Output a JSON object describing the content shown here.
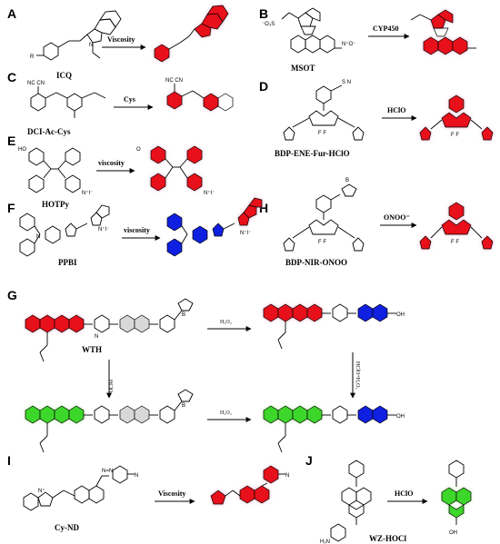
{
  "colors": {
    "red_ring": "#e8101a",
    "red_glow": "#f4a8c8",
    "green_ring": "#3dd62a",
    "green_glow": "#b7f0a2",
    "blue_ring": "#1020e0",
    "line": "#000000"
  },
  "panels": [
    {
      "letter": "A",
      "compound": "ICQ",
      "trigger": "Viscosity"
    },
    {
      "letter": "B",
      "compound": "MSOT",
      "trigger": "CYP450"
    },
    {
      "letter": "C",
      "compound": "DCI-Ac-Cys",
      "trigger": "Cys"
    },
    {
      "letter": "D",
      "compound": "BDP-ENE-Fur-HClO",
      "trigger": "HClO"
    },
    {
      "letter": "E",
      "compound": "HOTPy",
      "trigger": "viscosity"
    },
    {
      "letter": "F",
      "compound": "PPBI",
      "trigger": "viscosity"
    },
    {
      "letter": "H",
      "compound": "BDP-NIR-ONOO",
      "trigger": "ONOO⁻"
    },
    {
      "letter": "G",
      "compound": "WTH",
      "trigger_h2o2_top": "H₂O₂",
      "trigger_hclo_left": "HClO",
      "trigger_h2o2_bottom": "H₂O₂",
      "trigger_combo": "HClO+H₂O₂"
    },
    {
      "letter": "I",
      "compound": "Cy-ND",
      "trigger": "Viscosity"
    },
    {
      "letter": "J",
      "compound": "WZ-HOCl",
      "trigger": "HClO"
    }
  ]
}
